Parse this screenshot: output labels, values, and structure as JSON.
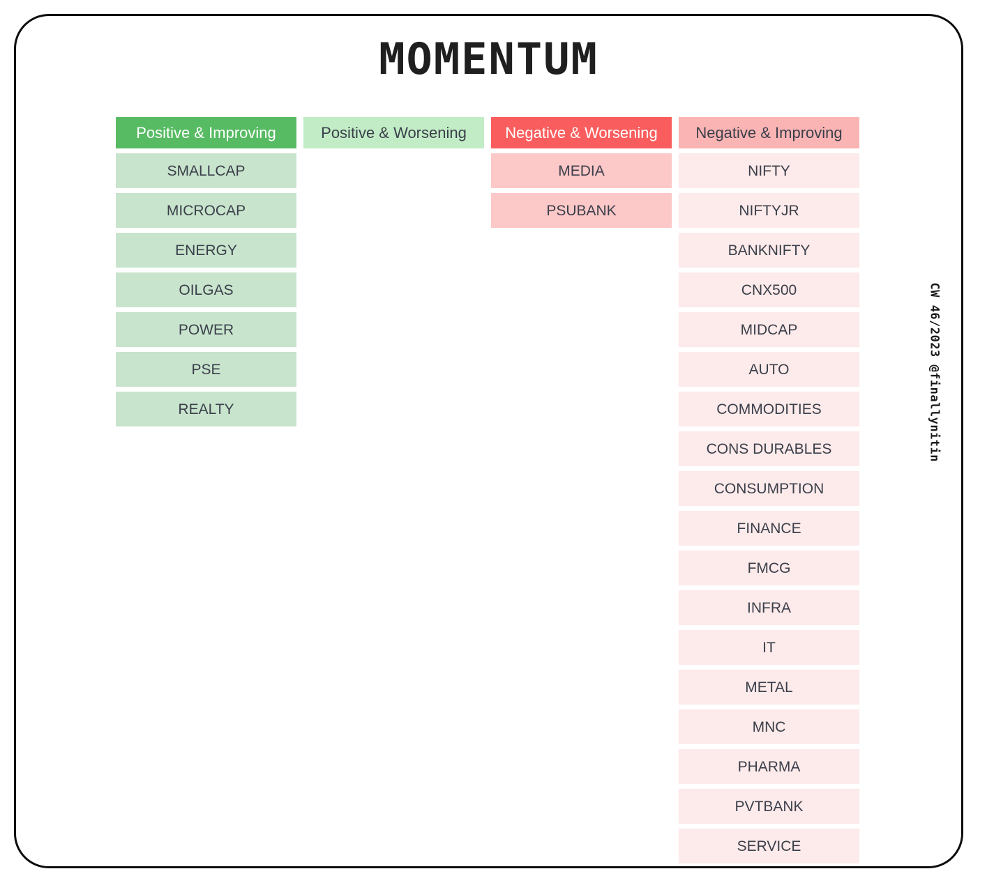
{
  "title": "MOMENTUM",
  "watermark": "CW 46/2023 @finallynitin",
  "colors": {
    "header_positive_improving_bg": "#57bb63",
    "header_positive_improving_fg": "#ffffff",
    "header_positive_worsening_bg": "#c2ecc6",
    "header_positive_worsening_fg": "#3a3f4a",
    "header_negative_worsening_bg": "#fa5d5d",
    "header_negative_worsening_fg": "#ffffff",
    "header_negative_improving_bg": "#fbb4b4",
    "header_negative_improving_fg": "#3a3f4a",
    "cell_positive_improving_bg": "#c9e4cd",
    "cell_negative_worsening_bg": "#fdc8c8",
    "cell_negative_improving_bg": "#fdeaea",
    "cell_text": "#3a3f4a",
    "frame": "#0d0d0d"
  },
  "chart_data": {
    "type": "table",
    "title": "MOMENTUM",
    "annotations": [
      "CW 46/2023 @finallynitin"
    ],
    "categories": [
      "Positive & Improving",
      "Positive & Worsening",
      "Negative & Worsening",
      "Negative & Improving"
    ],
    "counts": [
      7,
      0,
      2,
      18
    ],
    "series": [
      {
        "name": "Positive & Improving",
        "values": [
          "SMALLCAP",
          "MICROCAP",
          "ENERGY",
          "OILGAS",
          "POWER",
          "PSE",
          "REALTY"
        ]
      },
      {
        "name": "Positive & Worsening",
        "values": []
      },
      {
        "name": "Negative & Worsening",
        "values": [
          "MEDIA",
          "PSUBANK"
        ]
      },
      {
        "name": "Negative & Improving",
        "values": [
          "NIFTY",
          "NIFTYJR",
          "BANKNIFTY",
          "CNX500",
          "MIDCAP",
          "AUTO",
          "COMMODITIES",
          "CONS DURABLES",
          "CONSUMPTION",
          "FINANCE",
          "FMCG",
          "INFRA",
          "IT",
          "METAL",
          "MNC",
          "PHARMA",
          "PVTBANK",
          "SERVICE"
        ]
      }
    ]
  },
  "columns": [
    {
      "header": "Positive & Improving",
      "header_class": "hdr-pos-imp",
      "cell_class": "cell-pos-imp",
      "key": "positive-improving",
      "items": [
        "SMALLCAP",
        "MICROCAP",
        "ENERGY",
        "OILGAS",
        "POWER",
        "PSE",
        "REALTY"
      ]
    },
    {
      "header": "Positive & Worsening",
      "header_class": "hdr-pos-wor",
      "cell_class": "cell-pos-wor",
      "key": "positive-worsening",
      "items": []
    },
    {
      "header": "Negative & Worsening",
      "header_class": "hdr-neg-wor",
      "cell_class": "cell-neg-wor",
      "key": "negative-worsening",
      "items": [
        "MEDIA",
        "PSUBANK"
      ]
    },
    {
      "header": "Negative & Improving",
      "header_class": "hdr-neg-imp",
      "cell_class": "cell-neg-imp",
      "key": "negative-improving",
      "items": [
        "NIFTY",
        "NIFTYJR",
        "BANKNIFTY",
        "CNX500",
        "MIDCAP",
        "AUTO",
        "COMMODITIES",
        "CONS DURABLES",
        "CONSUMPTION",
        "FINANCE",
        "FMCG",
        "INFRA",
        "IT",
        "METAL",
        "MNC",
        "PHARMA",
        "PVTBANK",
        "SERVICE"
      ]
    }
  ]
}
